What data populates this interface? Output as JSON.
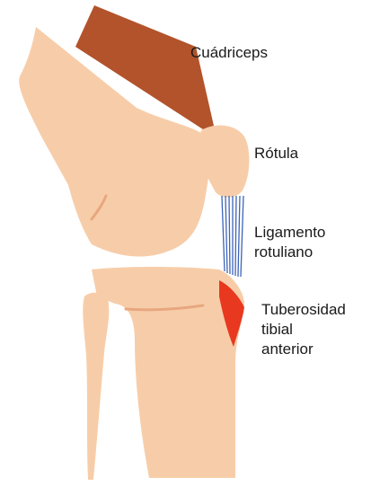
{
  "labels": {
    "quadriceps": "Cuádriceps",
    "patella": "Rótula",
    "patellar_ligament": [
      "Ligamento",
      "rotuliano"
    ],
    "tibial_tuberosity": [
      "Tuberosidad",
      "tibial",
      "anterior"
    ]
  },
  "colors": {
    "bone": "#f7cda9",
    "muscle": "#b2532b",
    "ligament": "#3d64b8",
    "highlight": "#e8381f",
    "text": "#1a1a1a"
  }
}
